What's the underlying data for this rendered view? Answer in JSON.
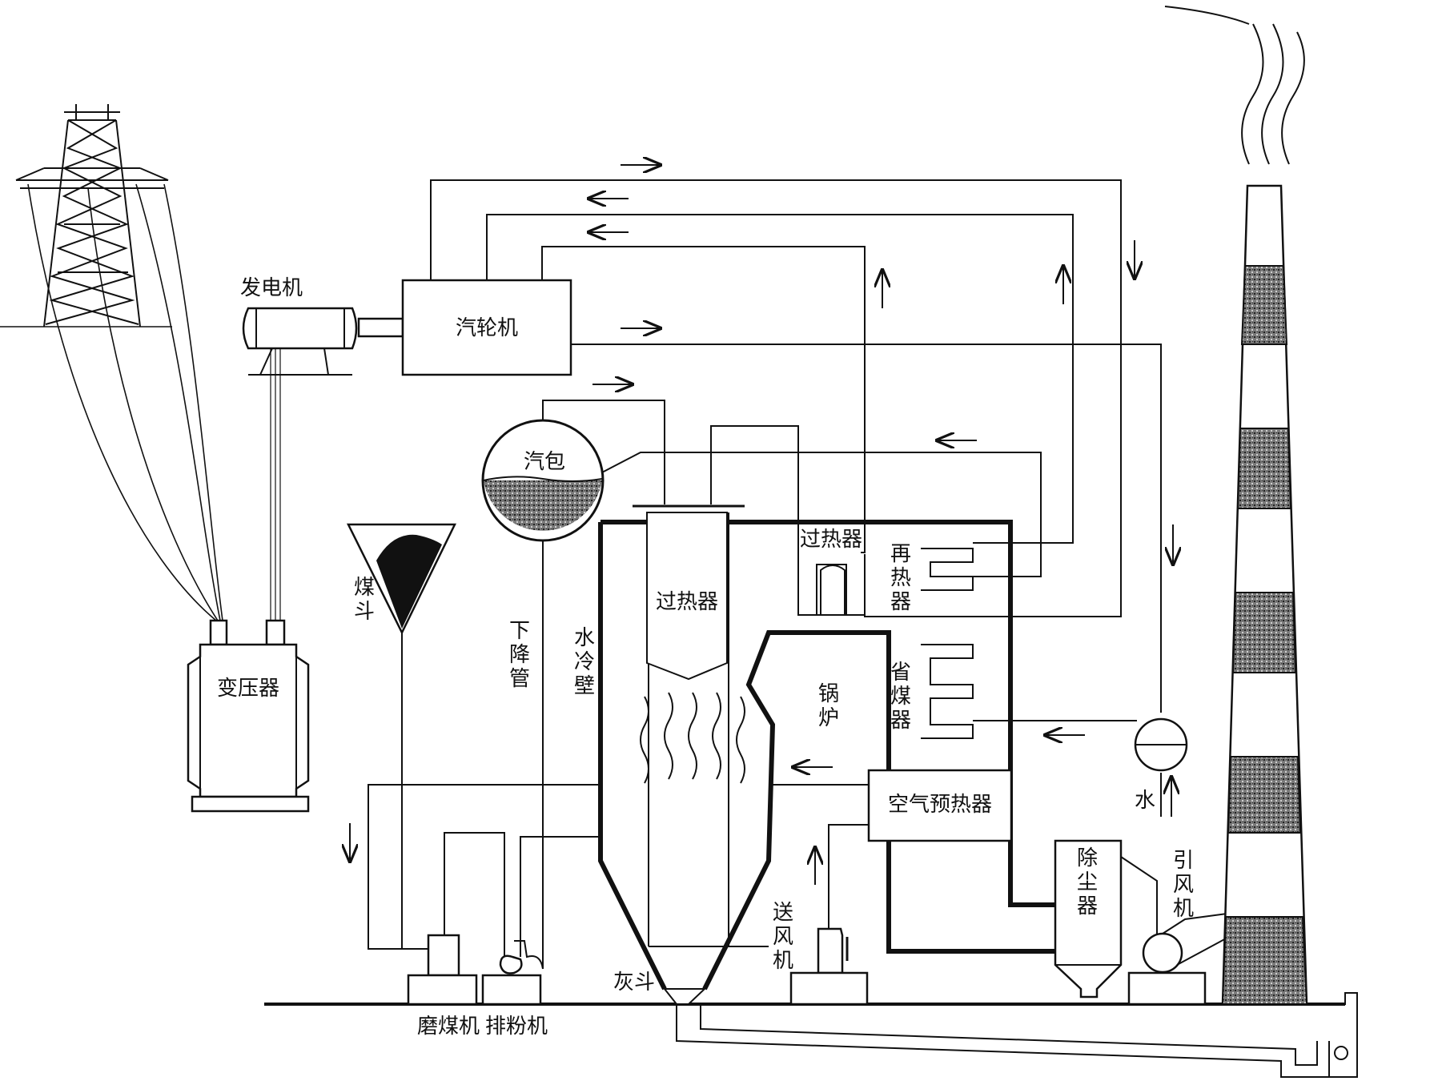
{
  "labels": {
    "generator": "发电机",
    "turbine": "汽轮机",
    "drum": "汽包",
    "transformer": "变压器",
    "coal_hopper": "煤斗",
    "downcomer": "下降管",
    "water_wall": "水冷壁",
    "superheater_main": "过热器",
    "superheater_top": "过热器",
    "reheater": "再热器",
    "boiler": "锅炉",
    "economizer": "省煤器",
    "air_preheater": "空气预热器",
    "water": "水",
    "dust_collector": "除尘器",
    "id_fan": "引风机",
    "fd_fan": "送风机",
    "ash_hopper": "灰斗",
    "coal_mill": "磨煤机",
    "powder_exhauster": "排粉机"
  },
  "colors": {
    "line": "#111111",
    "fill_dark": "#111111",
    "fill_speckle": "#555555",
    "background": "#ffffff"
  }
}
